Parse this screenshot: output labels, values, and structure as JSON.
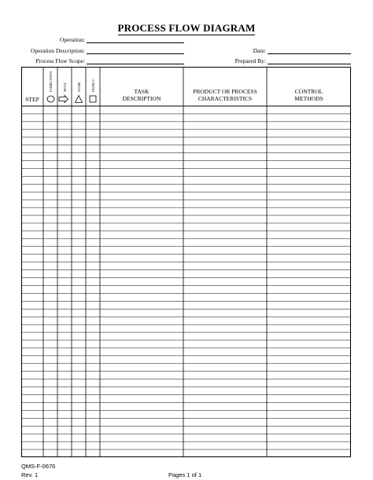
{
  "title": "PROCESS FLOW DIAGRAM",
  "fields": {
    "operation": "Operation:",
    "operation_description": "Operation Description:",
    "process_flow_scope": "Process Flow Scope:",
    "date": "Date:",
    "prepared_by": "Prepared By:"
  },
  "table": {
    "step": "STEP",
    "symbols": {
      "fabrication": "FABRICATION",
      "move": "MOVE",
      "store": "STORE",
      "inspect": "INSPECT"
    },
    "task_description": [
      "TASK",
      "DESCRIPTION"
    ],
    "product_characteristics": [
      "PRODUCT OR PROCESS",
      "CHARACTERISTICS"
    ],
    "control_methods": [
      "CONTROL",
      "METHODS"
    ],
    "row_count": 45
  },
  "footer": {
    "form_number": "QMS-F-0676",
    "revision": "Rev. 1",
    "pages": "Pages 1 of 1"
  }
}
